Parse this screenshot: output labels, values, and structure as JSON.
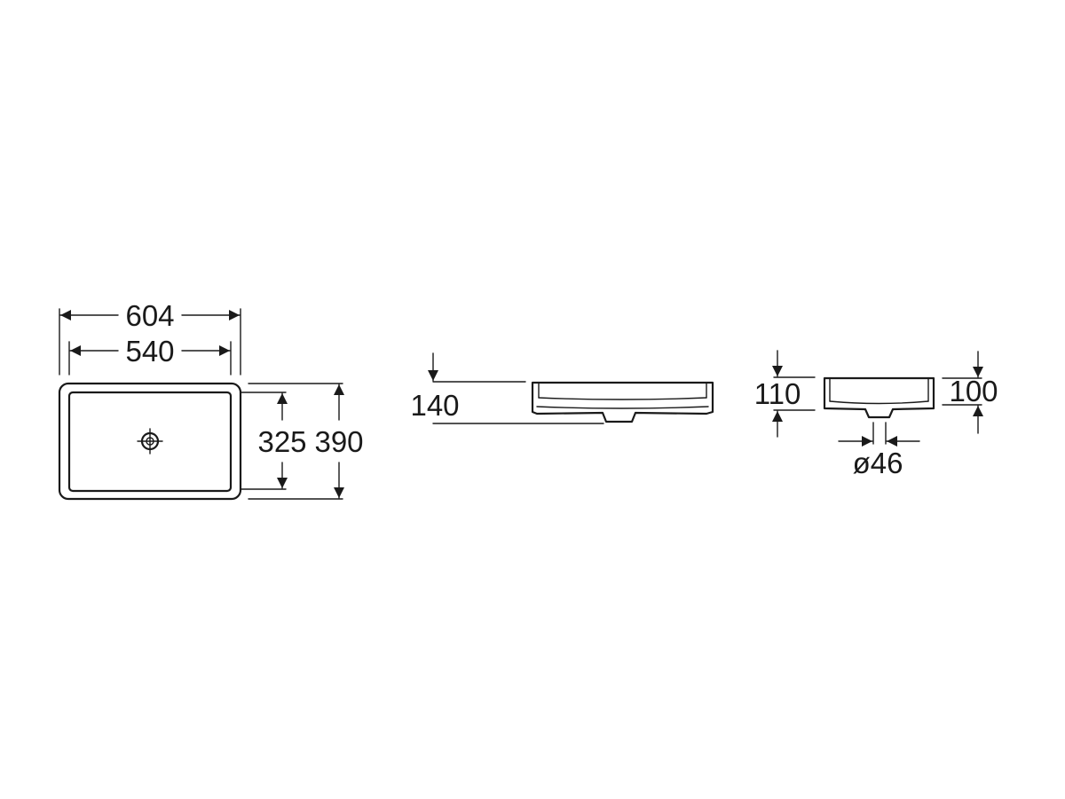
{
  "plan_view": {
    "overall_width": "604",
    "bowl_width": "540",
    "bowl_depth": "325",
    "overall_depth": "390"
  },
  "front_view": {
    "height": "140"
  },
  "side_view": {
    "overall_height": "110",
    "rim_height": "100",
    "waste_diameter": "ø46"
  }
}
